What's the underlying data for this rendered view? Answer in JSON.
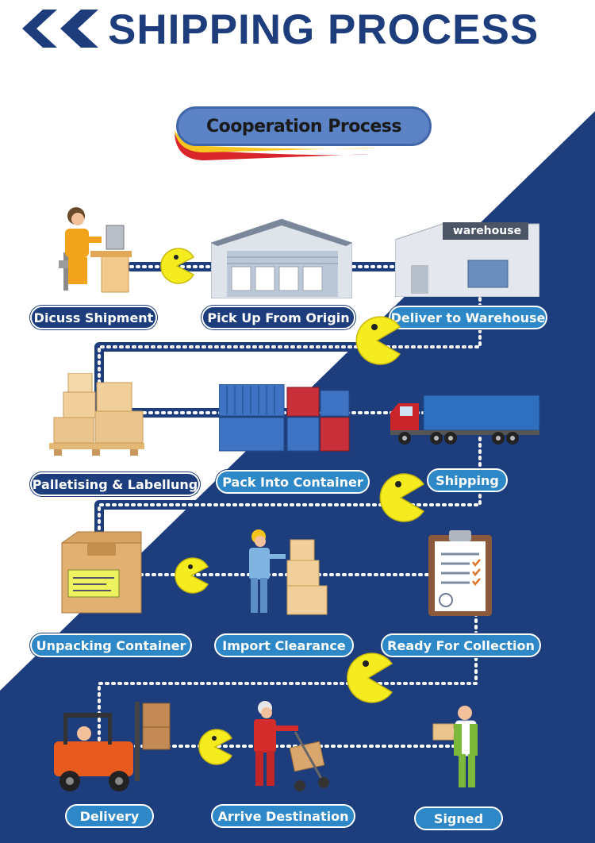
{
  "header": {
    "title": "SHIPPING PROCESS"
  },
  "banner": {
    "label": "Cooperation Process"
  },
  "warehouse_sign": "warehouse",
  "steps": [
    {
      "label": "Dicuss Shipment"
    },
    {
      "label": "Pick Up From Origin"
    },
    {
      "label": "Deliver to Warehouse"
    },
    {
      "label": "Palletising & Labellung"
    },
    {
      "label": "Pack Into Container"
    },
    {
      "label": "Shipping"
    },
    {
      "label": "Unpacking Container"
    },
    {
      "label": "Import Clearance"
    },
    {
      "label": "Ready For Collection"
    },
    {
      "label": "Delivery"
    },
    {
      "label": "Arrive Destination"
    },
    {
      "label": "Signed"
    }
  ],
  "colors": {
    "navy": "#1d3d7c",
    "label_blue": "#2e88c8",
    "pacman_yellow": "#f5ec1f",
    "banner_blue": "#5b83c6",
    "banner_red": "#d8262a",
    "banner_yellow": "#f7c51d"
  }
}
